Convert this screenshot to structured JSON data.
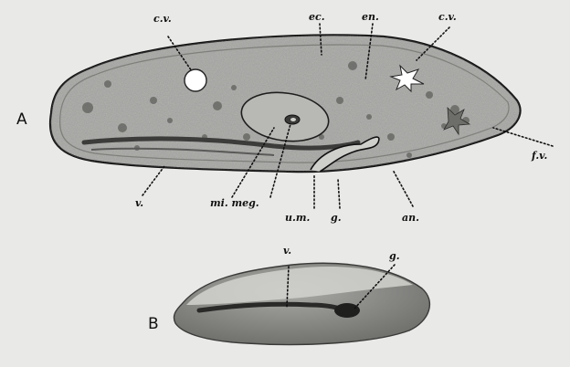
{
  "figure": {
    "panels": [
      {
        "letter": "A"
      },
      {
        "letter": "B"
      }
    ],
    "labels": {
      "cv_left": "c.v.",
      "ec": "ec.",
      "en": "en.",
      "cv_right": "c.v.",
      "fv": "f.v.",
      "v_a": "v.",
      "mi_meg": "mi. meg.",
      "um": "u.m.",
      "g_a": "g.",
      "an": "an.",
      "v_b": "v.",
      "g_b": "g."
    },
    "colors": {
      "paper": "#e9e9e7",
      "body_fill": "#a4a4a1",
      "ink": "#111111",
      "b_body": "#8d8d8a",
      "b_highlight": "#d6d6d3"
    }
  }
}
